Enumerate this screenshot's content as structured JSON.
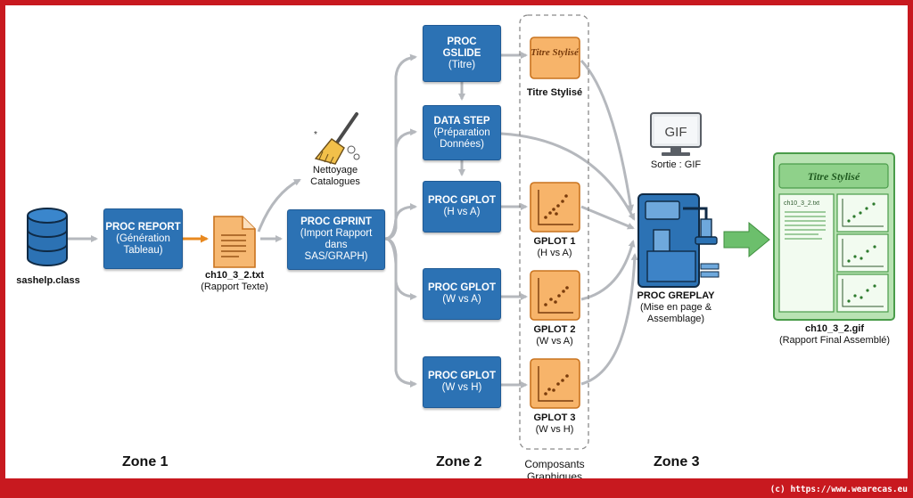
{
  "source": {
    "label": "sashelp.class"
  },
  "proc_report": {
    "title": "PROC REPORT",
    "subtitle": "(Génération Tableau)"
  },
  "text_file": {
    "name": "ch10_3_2.txt",
    "caption": "(Rapport Texte)"
  },
  "nettoyage": {
    "label": "Nettoyage Catalogues"
  },
  "proc_gprint": {
    "title": "PROC GPRINT",
    "subtitle": "(Import Rapport dans SAS/GRAPH)"
  },
  "proc_gslide": {
    "title": "PROC GSLIDE",
    "subtitle": "(Titre)"
  },
  "data_step": {
    "title": "DATA STEP",
    "subtitle": "(Préparation Données)"
  },
  "gplot1_box": {
    "title": "PROC GPLOT",
    "subtitle": "(H vs A)"
  },
  "gplot2_box": {
    "title": "PROC GPLOT",
    "subtitle": "(W vs A)"
  },
  "gplot3_box": {
    "title": "PROC GPLOT",
    "subtitle": "(W vs H)"
  },
  "titre_stylise": {
    "badge": "Titre Stylisé",
    "label": "Titre Stylisé"
  },
  "gplot1_out": {
    "title": "GPLOT 1",
    "subtitle": "(H vs A)"
  },
  "gplot2_out": {
    "title": "GPLOT 2",
    "subtitle": "(W vs A)"
  },
  "gplot3_out": {
    "title": "GPLOT 3",
    "subtitle": "(W vs H)"
  },
  "components": {
    "label": "Composants Graphiques"
  },
  "gif": {
    "screen_text": "GIF",
    "caption": "Sortie : GIF"
  },
  "greplay": {
    "title": "PROC GREPLAY",
    "subtitle": "(Mise en page & Assemblage)"
  },
  "final": {
    "header": "Titre Stylisé",
    "panel_label": "ch10_3_2.txt",
    "name": "ch10_3_2.gif",
    "caption": "(Rapport Final Assemblé)"
  },
  "zones": {
    "zone1": "Zone 1",
    "zone2": "Zone 2",
    "zone3": "Zone 3"
  },
  "footer": {
    "credit": "(c) https://www.wearecas.eu"
  },
  "colors": {
    "frame": "#c8191f",
    "box_blue": "#2c72b4",
    "orange": "#f2a65a",
    "green": "#6cbf6c",
    "arrow_gray": "#b5b8bd",
    "arrow_orange": "#e8891f"
  }
}
